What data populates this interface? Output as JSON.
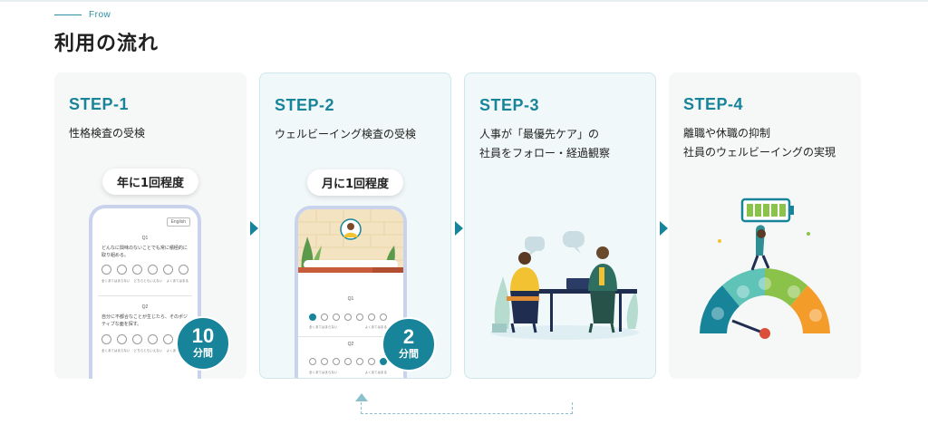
{
  "section": {
    "eyebrow": "Frow",
    "title": "利用の流れ"
  },
  "steps": [
    {
      "label": "STEP-1",
      "description": "性格検査の受検",
      "frequency": "年に1回程度",
      "duration_number": "10",
      "duration_unit": "分間",
      "phone": {
        "lang_button": "English",
        "q1": "Q1",
        "q1_text": "どんなに興味のないことでも常に積極的に取り組める。",
        "q2": "Q2",
        "q2_text": "自分に不都合なことが生じたら、そのポジティブな面を探す。",
        "scale_left": "全くあてはまらない",
        "scale_mid": "どちらともいえない",
        "scale_right": "よくあてはまる"
      }
    },
    {
      "label": "STEP-2",
      "description": "ウェルビーイング検査の受検",
      "frequency": "月に1回程度",
      "duration_number": "2",
      "duration_unit": "分間",
      "phone": {
        "q1": "Q1",
        "q2": "Q2",
        "scale_left": "全くあてはまらない",
        "scale_right": "よくあてはまる"
      }
    },
    {
      "label": "STEP-3",
      "description": "人事が「最優先ケア」の\n社員をフォロー・経過観察"
    },
    {
      "label": "STEP-4",
      "description": "離職や休職の抑制\n社員のウェルビーイングの実現"
    }
  ],
  "colors": {
    "accent": "#17849a",
    "card_bg": "#f6f7f7",
    "card_bg_highlight": "#f1f8f9",
    "phone_frame": "#c9d4ec",
    "loop_arrow": "#8bc1cc"
  },
  "icons": [
    "next-step-arrow-icon",
    "loop-back-arrow-icon",
    "battery-full-icon"
  ]
}
